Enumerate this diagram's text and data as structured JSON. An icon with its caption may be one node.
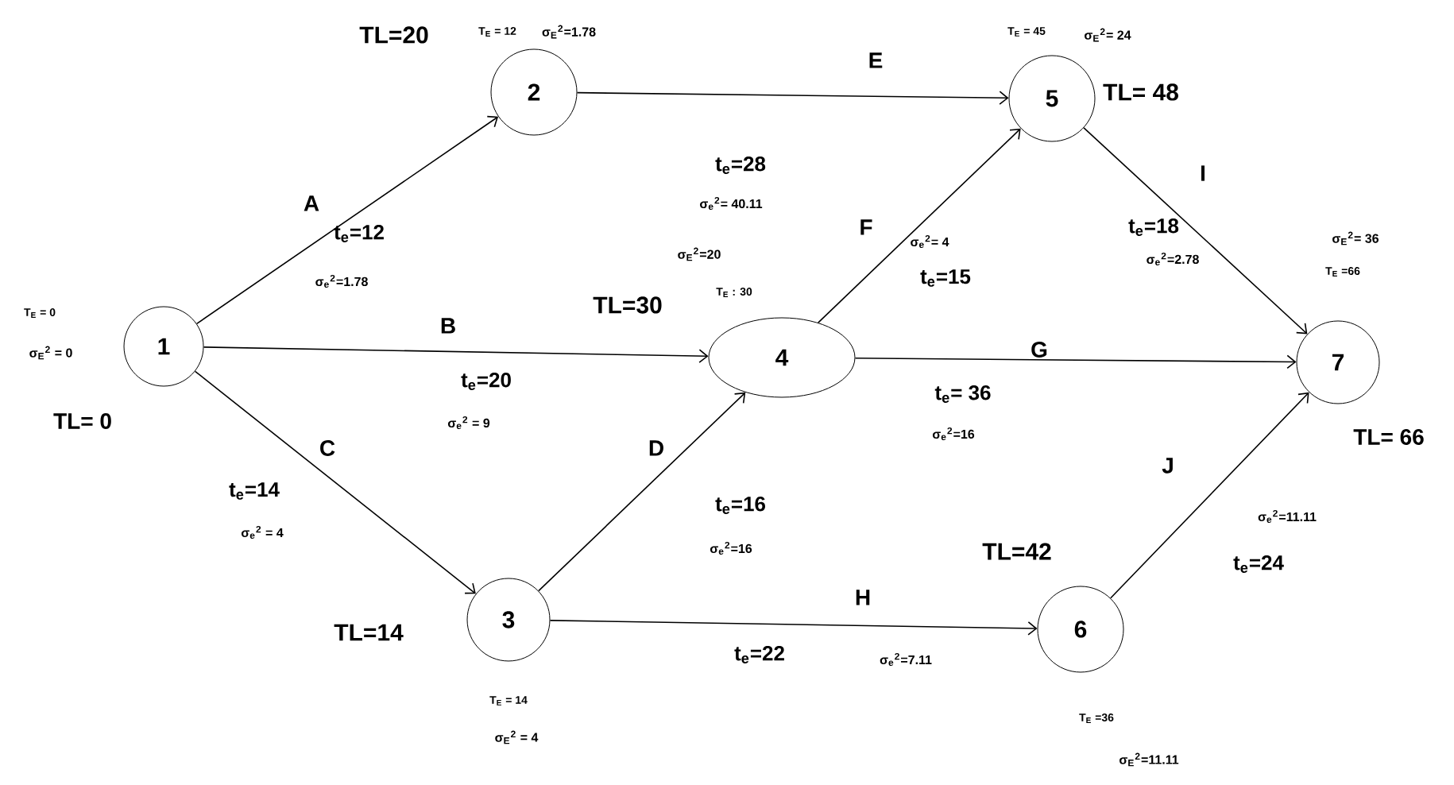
{
  "diagram": {
    "nodes": [
      {
        "text": [
          "1"
        ],
        "beside": [
          "T$_{E}$ = 0",
          "σ$_{E}$$^{2}$ = 0",
          "TL=  0"
        ]
      },
      {
        "text": [
          "2"
        ],
        "beside": [
          "TL=20",
          "T$_{E}$ = 12",
          "σ$_{E}$$^{2}$=1.78"
        ]
      },
      {
        "text": [
          "3"
        ],
        "beside": [
          "TL=14",
          "T$_{E}$ = 14",
          "σ$_{E}$$^{2}$ = 4"
        ]
      },
      {
        "text": [
          "4"
        ],
        "beside": [
          "σ$_{E}$$^{2}$=20",
          "TL=30",
          "T$_{E}$ : 30"
        ]
      },
      {
        "text": [
          "5"
        ],
        "beside": [
          "T$_{E}$ = 45",
          "σ$_{E}$$^{2}$= 24",
          "TL= 48"
        ]
      },
      {
        "text": [
          "6"
        ],
        "beside": [
          "TL=42",
          "T$_{E}$ =36",
          "σ$_{E}$$^{2}$=11.11"
        ]
      },
      {
        "text": [
          "7"
        ],
        "beside": [
          "σ$_{E}$$^{2}$= 36",
          "T$_{E}$ =66",
          "TL= 66"
        ]
      }
    ],
    "edges": [
      {
        "from": 0,
        "to": 1,
        "arrow": "to",
        "label": "A"
      },
      {
        "from": 0,
        "to": 3,
        "arrow": "to",
        "label": "B"
      },
      {
        "from": 0,
        "to": 2,
        "arrow": "to",
        "label": "C"
      },
      {
        "from": 2,
        "to": 3,
        "arrow": "to",
        "label": "D"
      },
      {
        "from": 1,
        "to": 4,
        "arrow": "to",
        "label": "E"
      },
      {
        "from": 3,
        "to": 4,
        "arrow": "to",
        "label": "F"
      },
      {
        "from": 3,
        "to": 6,
        "arrow": "to",
        "label": "G"
      },
      {
        "from": 2,
        "to": 5,
        "arrow": "to",
        "label": "H"
      },
      {
        "from": 4,
        "to": 6,
        "arrow": "to",
        "label": "I"
      },
      {
        "from": 5,
        "to": 6,
        "arrow": "to",
        "label": "J"
      }
    ],
    "labels": [
      "t$_{e}$=12",
      "σ$_{e}$$^{2}$=1.78",
      "t$_{e}$=20",
      "σ$_{e}$$^{2}$ = 9",
      "t$_{e}$=14",
      "σ$_{e}$$^{2}$ = 4",
      "t$_{e}$=16",
      "σ$_{e}$$^{2}$=16",
      "t$_{e}$=28",
      "σ$_{e}$$^{2}$= 40.11",
      "σ$_{e}$$^{2}$= 4",
      "t$_{e}$=15",
      "t$_{e}$= 36",
      "σ$_{e}$$^{2}$=16",
      "t$_{e}$=22",
      "σ$_{e}$$^{2}$=7.11",
      "t$_{e}$=18",
      "σ$_{e}$$^{2}$=2.78",
      "σ$_{e}$$^{2}$=11.11",
      "t$_{e}$=24"
    ]
  }
}
